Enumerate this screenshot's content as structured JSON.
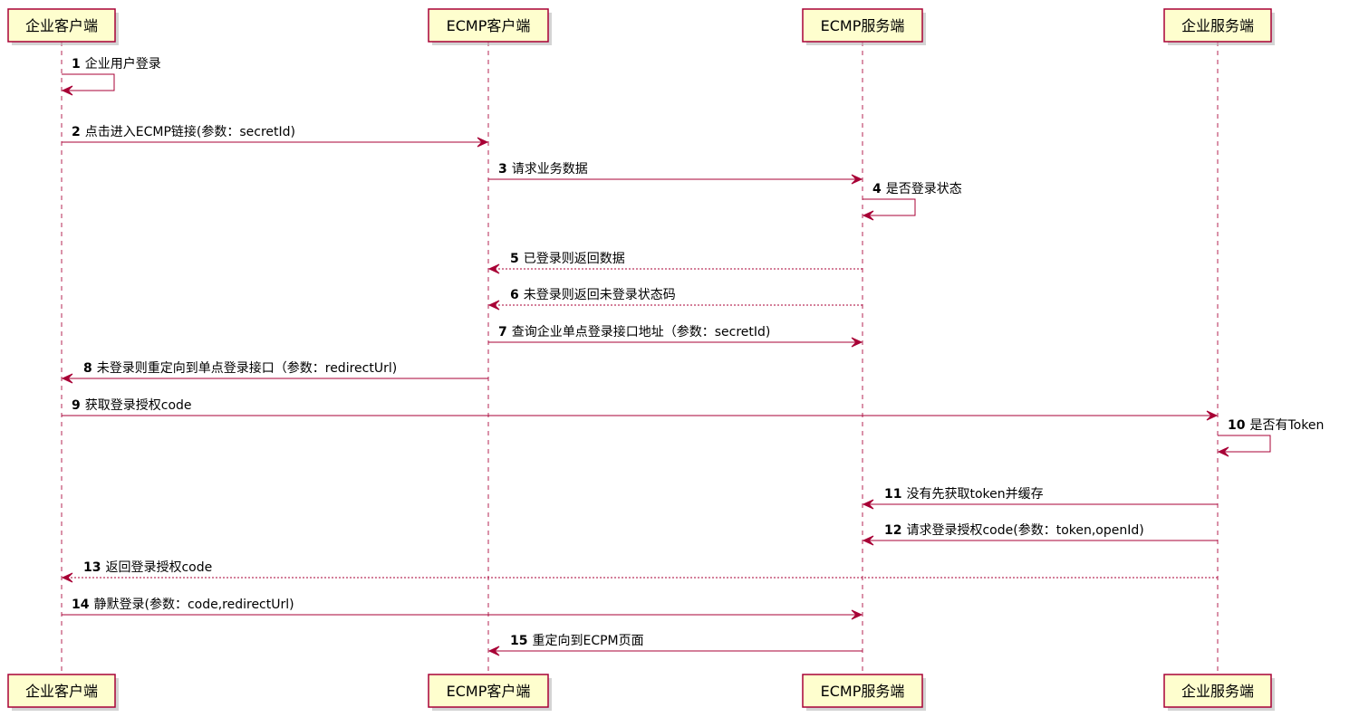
{
  "diagram": {
    "type": "sequence",
    "colors": {
      "participant_fill": "#FEFECE",
      "participant_border": "#A80036",
      "line": "#A80036",
      "text": "#000000"
    },
    "participants": [
      {
        "id": "ec",
        "label": "企业客户端"
      },
      {
        "id": "cc",
        "label": "ECMP客户端"
      },
      {
        "id": "cs",
        "label": "ECMP服务端"
      },
      {
        "id": "es",
        "label": "企业服务端"
      }
    ],
    "messages": [
      {
        "num": "1",
        "text": "企业用户登录",
        "from": "ec",
        "to": "ec",
        "style": "solid"
      },
      {
        "num": "2",
        "text": "点击进入ECMP链接(参数：secretId)",
        "from": "ec",
        "to": "cc",
        "style": "solid"
      },
      {
        "num": "3",
        "text": "请求业务数据",
        "from": "cc",
        "to": "cs",
        "style": "solid"
      },
      {
        "num": "4",
        "text": "是否登录状态",
        "from": "cs",
        "to": "cs",
        "style": "solid"
      },
      {
        "num": "5",
        "text": "已登录则返回数据",
        "from": "cs",
        "to": "cc",
        "style": "dashed"
      },
      {
        "num": "6",
        "text": "未登录则返回未登录状态码",
        "from": "cs",
        "to": "cc",
        "style": "dashed"
      },
      {
        "num": "7",
        "text": "查询企业单点登录接口地址（参数：secretId)",
        "from": "cc",
        "to": "cs",
        "style": "solid"
      },
      {
        "num": "8",
        "text": "未登录则重定向到单点登录接口（参数：redirectUrl)",
        "from": "cc",
        "to": "ec",
        "style": "solid"
      },
      {
        "num": "9",
        "text": "获取登录授权code",
        "from": "ec",
        "to": "es",
        "style": "solid"
      },
      {
        "num": "10",
        "text": "是否有Token",
        "from": "es",
        "to": "es",
        "style": "solid"
      },
      {
        "num": "11",
        "text": "没有先获取token并缓存",
        "from": "es",
        "to": "cs",
        "style": "solid"
      },
      {
        "num": "12",
        "text": "请求登录授权code(参数：token,openId)",
        "from": "es",
        "to": "cs",
        "style": "solid"
      },
      {
        "num": "13",
        "text": "返回登录授权code",
        "from": "es",
        "to": "ec",
        "style": "dashed"
      },
      {
        "num": "14",
        "text": "静默登录(参数：code,redirectUrl)",
        "from": "ec",
        "to": "cs",
        "style": "solid"
      },
      {
        "num": "15",
        "text": "重定向到ECPM页面",
        "from": "cs",
        "to": "cc",
        "style": "solid"
      }
    ]
  }
}
